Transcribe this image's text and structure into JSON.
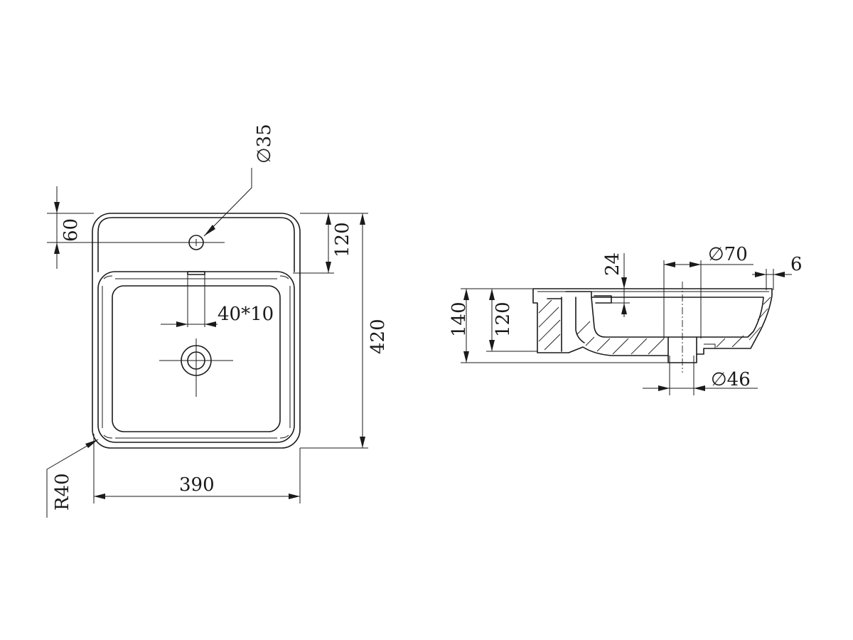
{
  "top_view": {
    "dims": {
      "tap_hole_dia": "∅35",
      "top_offset": "60",
      "deck_depth": "120",
      "overflow_slot": "40*10",
      "total_depth": "420",
      "total_width": "390",
      "corner_radius": "R40"
    }
  },
  "side_view": {
    "dims": {
      "total_height": "140",
      "bowl_height": "120",
      "step_height": "24",
      "waste_top_dia": "∅70",
      "rim_thickness": "6",
      "waste_outlet_dia": "∅46"
    }
  }
}
